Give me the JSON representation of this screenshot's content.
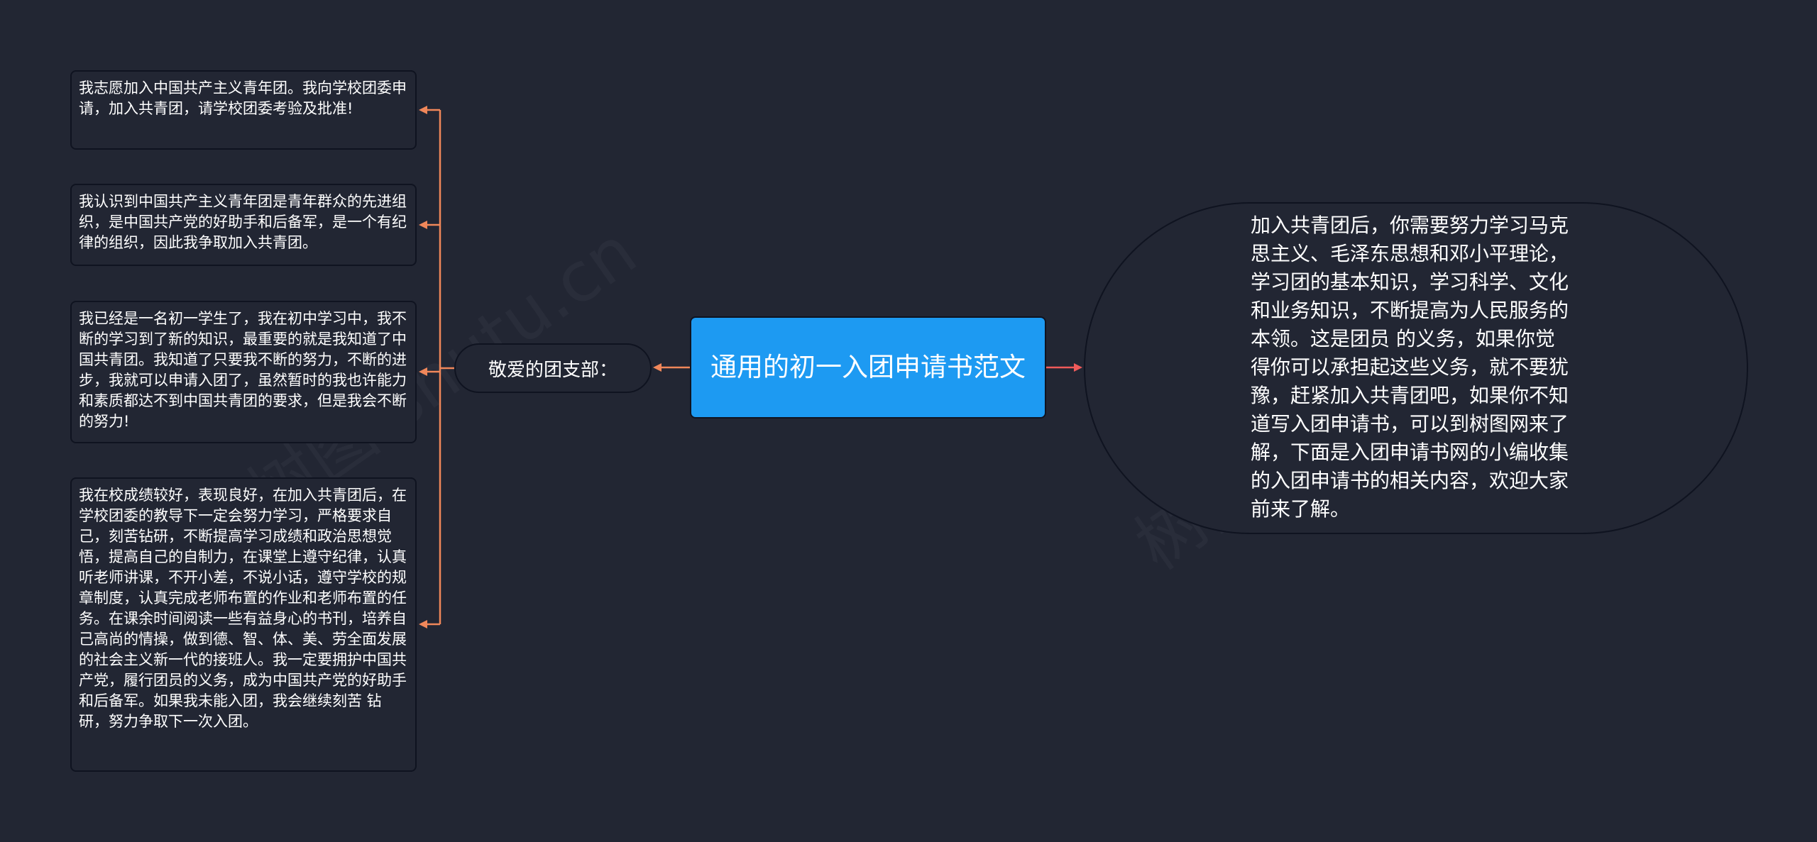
{
  "mindmap": {
    "root": {
      "label": "通用的初一入团申请书范文"
    },
    "left_branch": {
      "label": "敬爱的团支部：",
      "children": [
        "我志愿加入中国共产主义青年团。我向学校团委申请，加入共青团，请学校团委考验及批准!",
        "我认识到中国共产主义青年团是青年群众的先进组织，是中国共产党的好助手和后备军，是一个有纪律的组织，因此我争取加入共青团。",
        "我已经是一名初一学生了，我在初中学习中，我不断的学习到了新的知识，最重要的就是我知道了中国共青团。我知道了只要我不断的努力，不断的进步，我就可以申请入团了，虽然暂时的我也许能力和素质都达不到中国共青团的要求，但是我会不断的努力!",
        "我在校成绩较好，表现良好，在加入共青团后，在学校团委的教导下一定会努力学习，严格要求自己，刻苦钻研，不断提高学习成绩和政治思想觉悟，提高自己的自制力，在课堂上遵守纪律，认真听老师讲课，不开小差，不说小话，遵守学校的规章制度，认真完成老师布置的作业和老师布置的任务。在课余时间阅读一些有益身心的书刊，培养自己高尚的情操，做到德、智、体、美、劳全面发展的社会主义新一代的接班人。我一定要拥护中国共产党，履行团员的义务，成为中国共产党的好助手和后备军。如果我未能入团，我会继续刻苦 钻研，努力争取下一次入团。"
      ]
    },
    "right_branch": {
      "label": "加入共青团后，你需要努力学习马克思主义、毛泽东思想和邓小平理论，学习团的基本知识，学习科学、文化和业务知识，不断提高为人民服务的本领。这是团员 的义务，如果你觉得你可以承担起这些义务，就不要犹豫，赶紧加入共青团吧，如果你不知道写入团申请书，可以到树图网来了解，下面是入团申请书网的小编收集的入团申请书的相关内容，欢迎大家前来了解。"
    }
  },
  "watermark": "树图 shutu.cn",
  "colors": {
    "background": "#222633",
    "root_fill": "#1d9af2",
    "left_connector": "#f0875a",
    "right_connector": "#f05a5a",
    "text": "#ffffff"
  }
}
